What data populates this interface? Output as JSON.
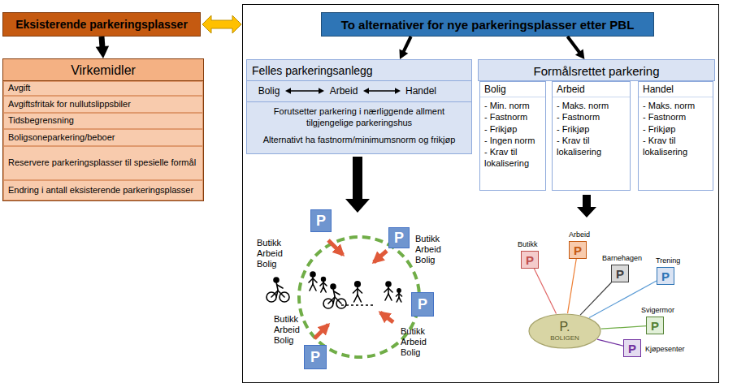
{
  "diagram": {
    "nodes": [
      {
        "text": [
          "Eksisterende parkeringsplasser"
        ]
      },
      {
        "text": [
          "Virkemidler"
        ]
      },
      {
        "text": [
          "Avgift"
        ],
        "in": 1
      },
      {
        "text": [
          "Avgiftsfritak for nullutslippsbiler"
        ],
        "in": 1
      },
      {
        "text": [
          "Tidsbegrensning"
        ],
        "in": 1
      },
      {
        "text": [
          "Boligsoneparkering/beboer"
        ],
        "in": 1
      },
      {
        "text": [
          "Reservere parkeringsplasser til spesielle formål"
        ],
        "in": 1
      },
      {
        "text": [
          "Endring i antall eksisterende parkeringsplasser"
        ],
        "in": 1
      },
      {
        "text": [
          "To alternativer for nye parkeringsplasser etter PBL"
        ]
      },
      {
        "text": [
          "Felles parkeringsanlegg"
        ]
      },
      {
        "text": [
          "Bolig"
        ],
        "in": 9
      },
      {
        "text": [
          "Arbeid"
        ],
        "in": 9
      },
      {
        "text": [
          "Handel"
        ],
        "in": 9
      },
      {
        "text": [
          "Forutsetter parkering i nærliggende allment tilgjengelige parkeringshus",
          "Alternativt ha fastnorm/minimumsnorm og frikjøp"
        ],
        "in": 9
      },
      {
        "text": [
          "Formålsrettet parkering"
        ]
      },
      {
        "text": [
          "Bolig",
          "- Min. norm",
          "- Fastnorm",
          "- Frikjøp",
          "- Ingen norm",
          "- Krav til lokalisering"
        ],
        "in": 14
      },
      {
        "text": [
          "Arbeid",
          "- Maks. norm",
          "- Fastnorm",
          "- Frikjøp",
          "- Krav til lokalisering"
        ],
        "in": 14
      },
      {
        "text": [
          "Handel",
          "- Maks. norm",
          "- Fastnorm",
          "- Frikjøp",
          "- Krav til lokalisering"
        ],
        "in": 14
      },
      {
        "text": [
          "P",
          "Butikk Arbeid Bolig"
        ]
      },
      {
        "text": [
          "P",
          "Butikk Arbeid Bolig"
        ]
      },
      {
        "text": [
          "P",
          "Butikk Arbeid Bolig"
        ]
      },
      {
        "text": [
          "P",
          "Butikk Arbeid Bolig"
        ]
      },
      {
        "text": [
          "P.",
          "BOLIGEN"
        ]
      },
      {
        "text": [
          "P",
          "Butikk"
        ]
      },
      {
        "text": [
          "P",
          "Arbeid"
        ]
      },
      {
        "text": [
          "P",
          "Barnehagen"
        ]
      },
      {
        "text": [
          "P",
          "Trening"
        ]
      },
      {
        "text": [
          "P",
          "Svigermor"
        ]
      },
      {
        "text": [
          "P",
          "Kjøpesenter"
        ]
      }
    ],
    "edges": [
      {
        "from": 0,
        "to": 1,
        "arrow": "to"
      },
      {
        "from": 8,
        "to": 9,
        "arrow": "to"
      },
      {
        "from": 8,
        "to": 14,
        "arrow": "to"
      },
      {
        "from": 10,
        "to": 11,
        "arrow": "both"
      },
      {
        "from": 11,
        "to": 12,
        "arrow": "both"
      },
      {
        "from": 22,
        "to": 23,
        "arrow": "none"
      },
      {
        "from": 22,
        "to": 24,
        "arrow": "none"
      },
      {
        "from": 22,
        "to": 25,
        "arrow": "none"
      },
      {
        "from": 22,
        "to": 26,
        "arrow": "none"
      },
      {
        "from": 22,
        "to": 27,
        "arrow": "none"
      },
      {
        "from": 22,
        "to": 28,
        "arrow": "none"
      }
    ]
  }
}
